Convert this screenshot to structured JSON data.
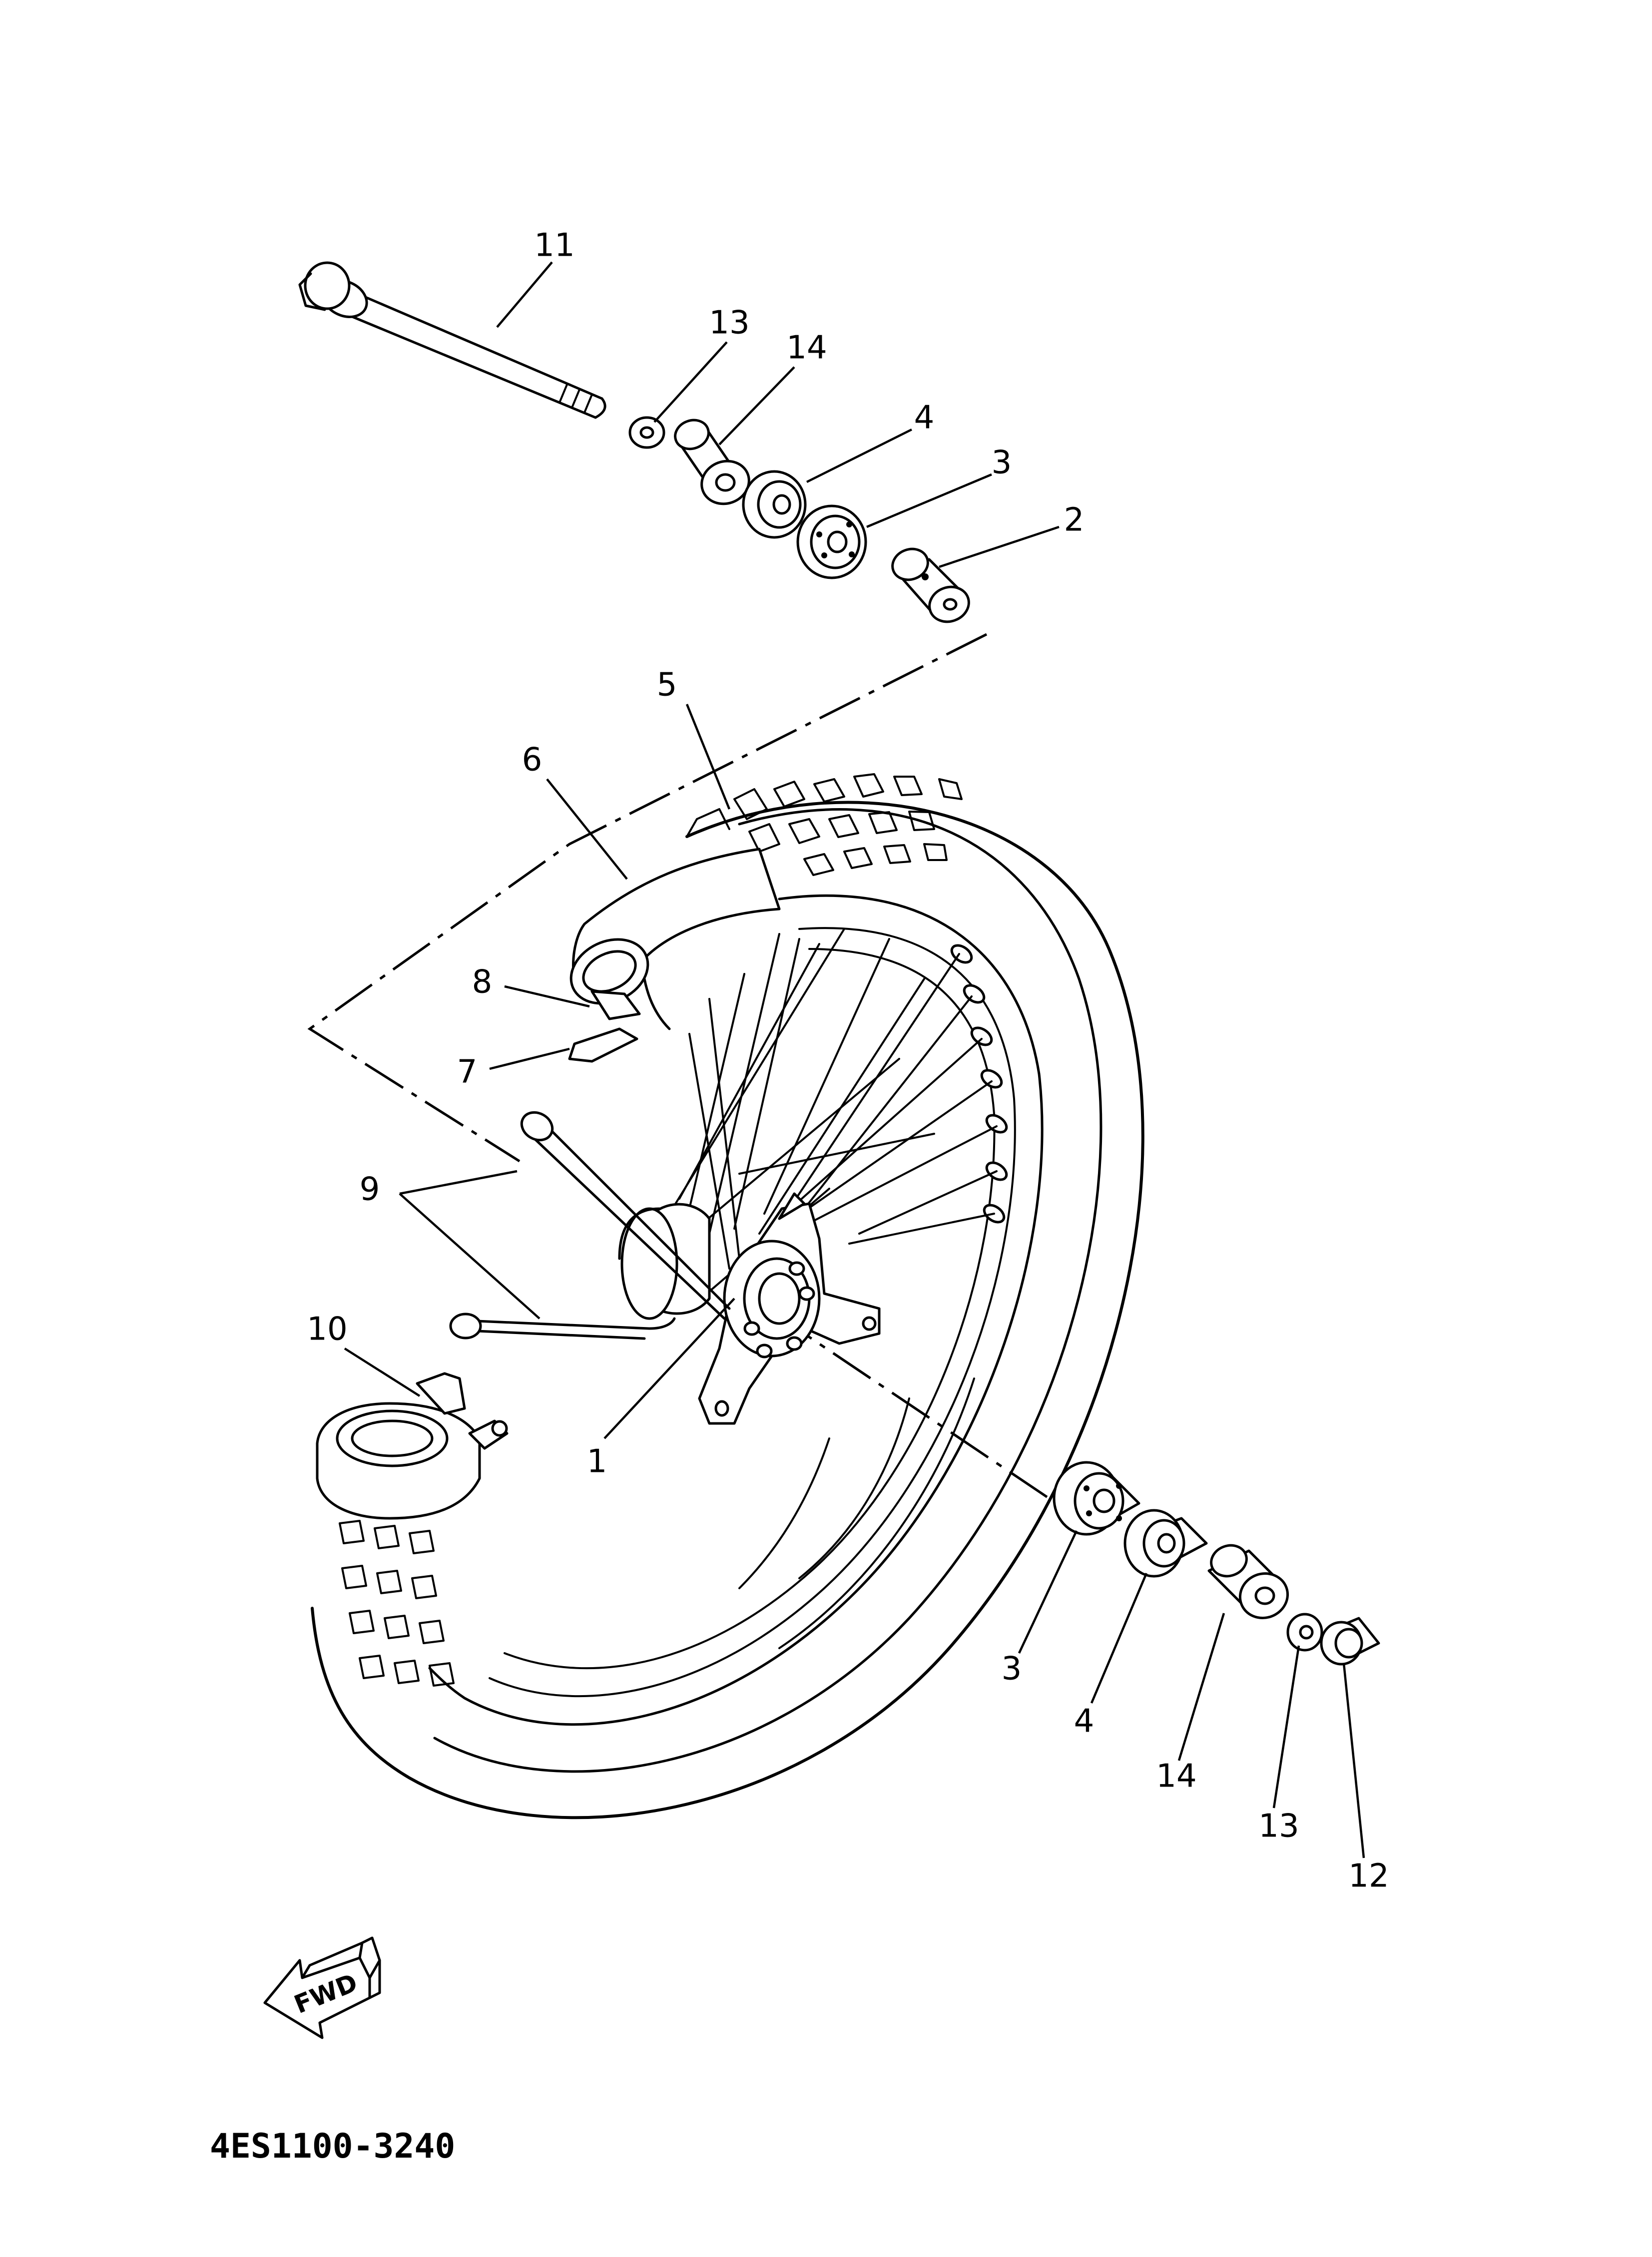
{
  "callouts": {
    "c1": "1",
    "c2": "2",
    "c3a": "3",
    "c3b": "3",
    "c4a": "4",
    "c4b": "4",
    "c5": "5",
    "c6": "6",
    "c7": "7",
    "c8": "8",
    "c9": "9",
    "c10": "10",
    "c11": "11",
    "c12": "12",
    "c13a": "13",
    "c13b": "13",
    "c14a": "14",
    "c14b": "14"
  },
  "fwd_label": "FWD",
  "diagram_code": "4ES1100-3240"
}
